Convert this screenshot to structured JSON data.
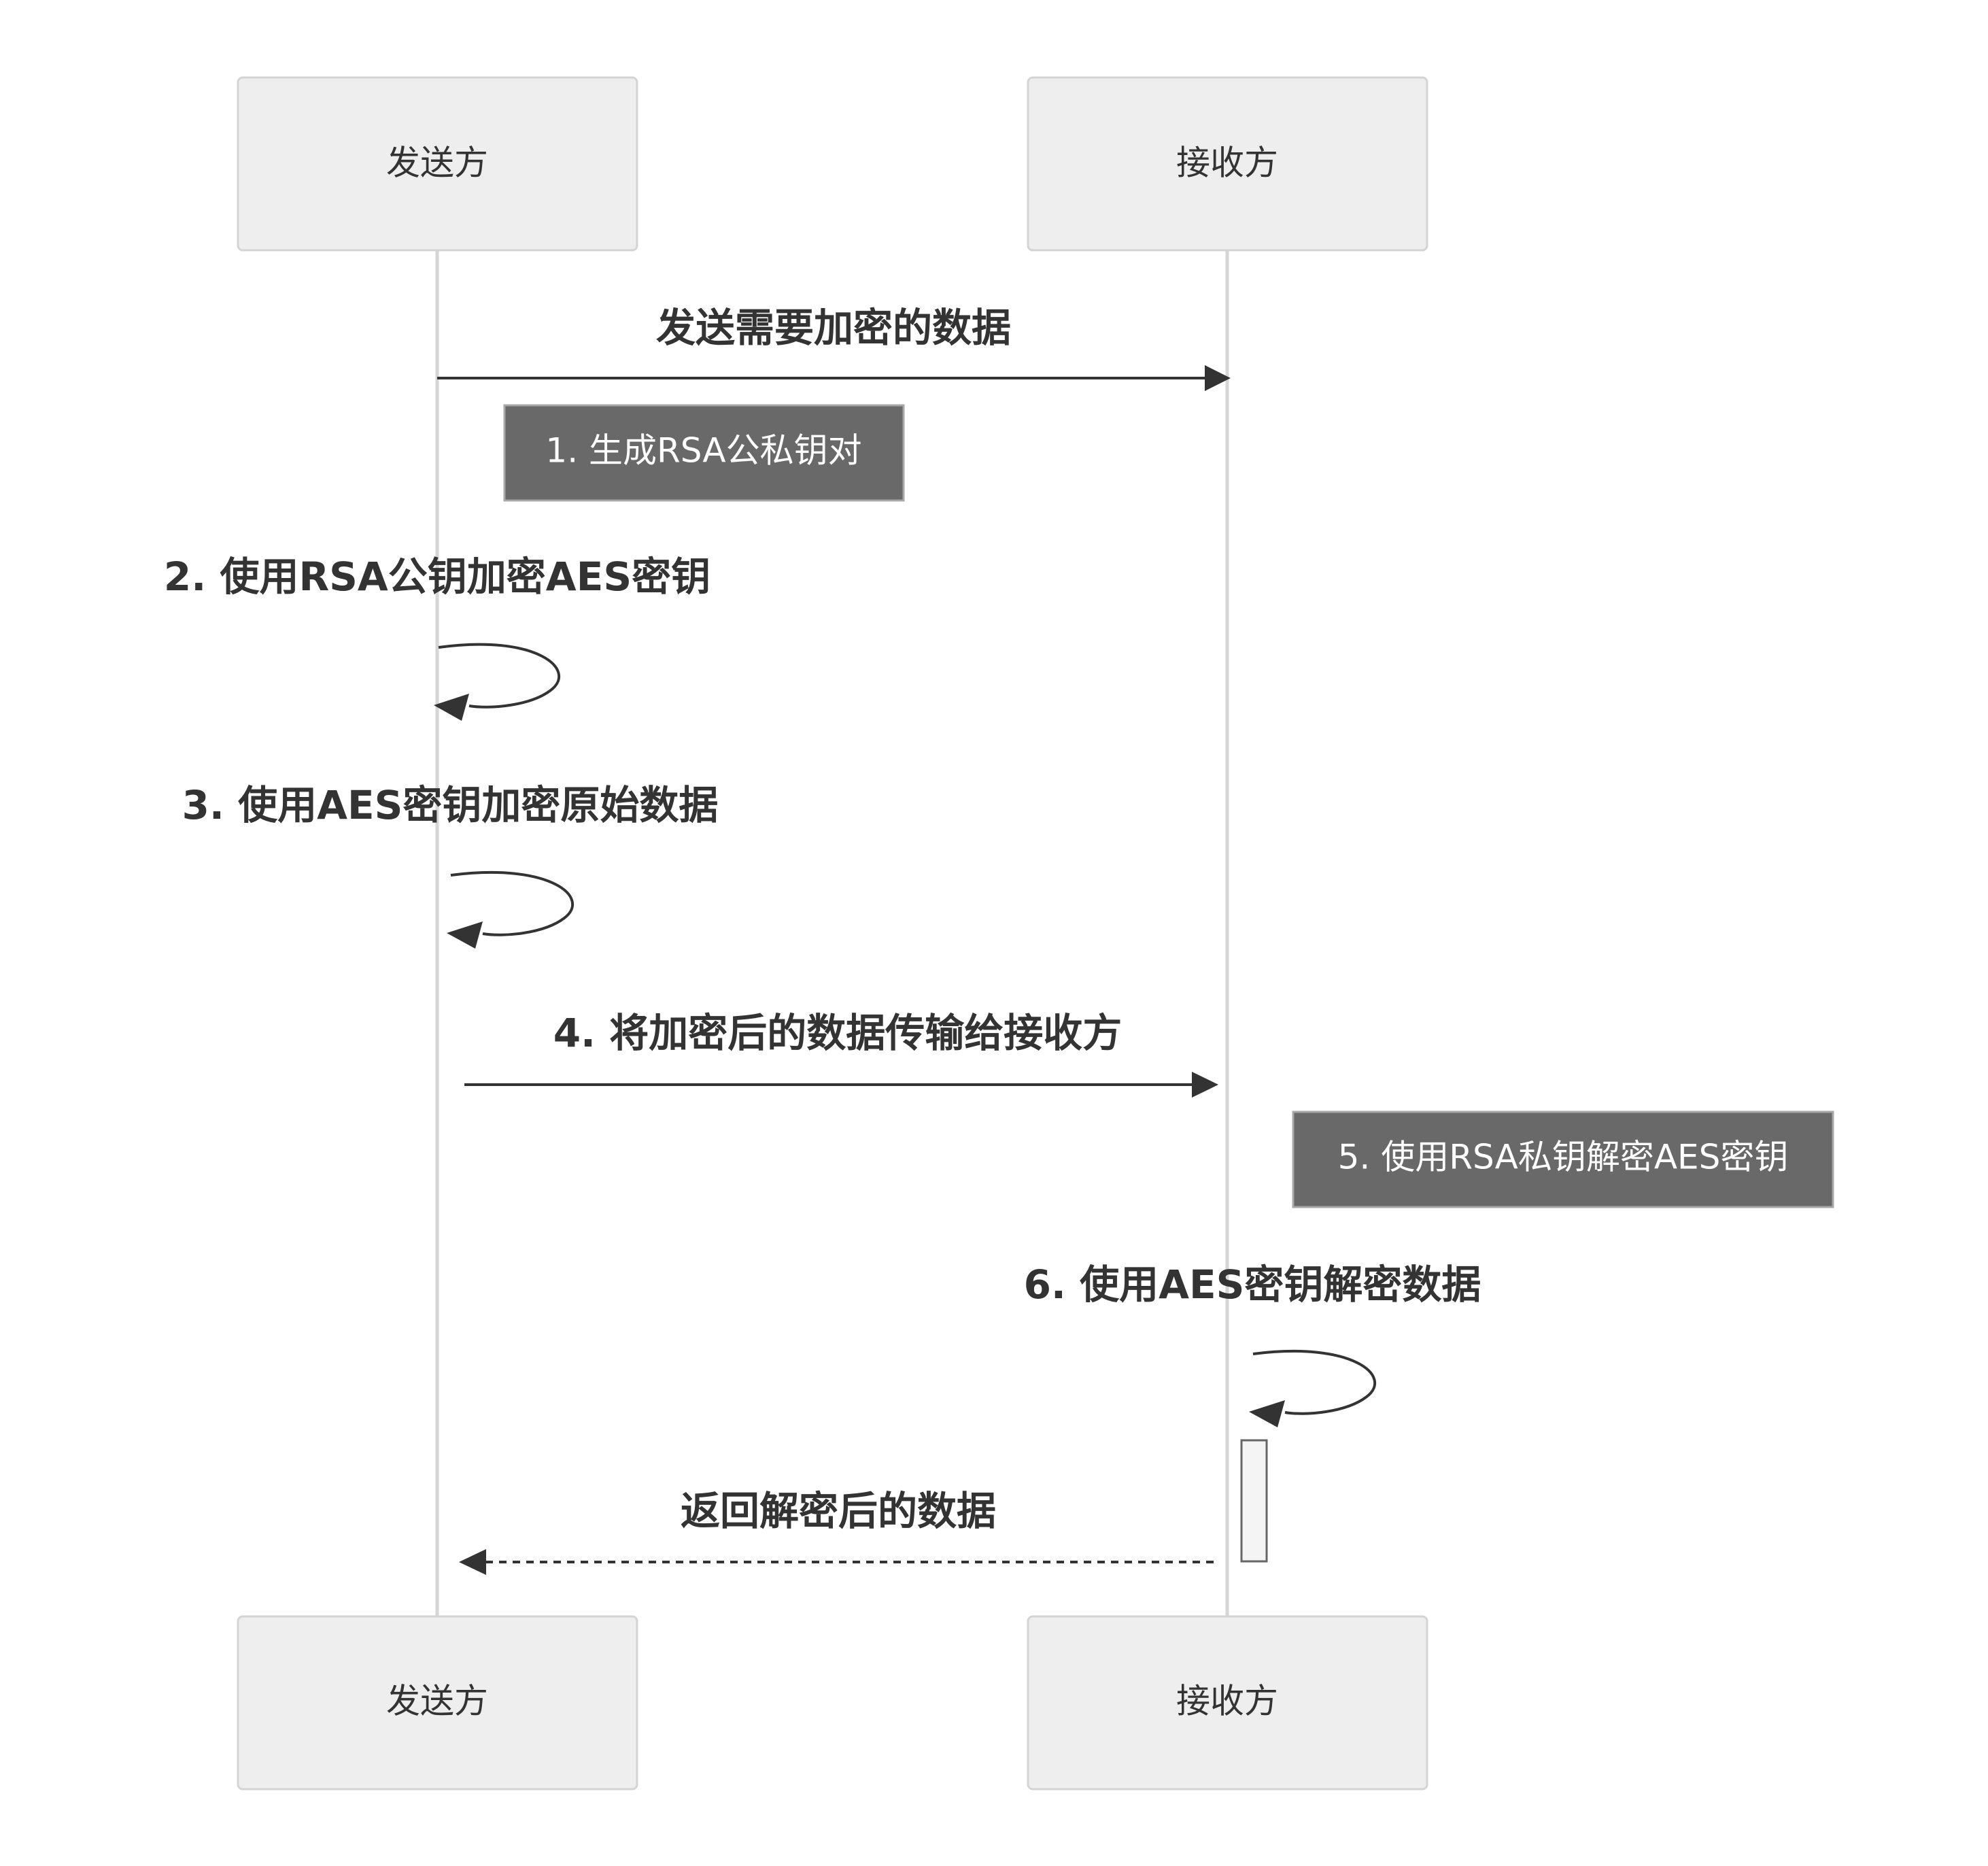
{
  "participants": {
    "sender": "发送方",
    "receiver": "接收方"
  },
  "messages": [
    "发送需要加密的数据",
    "2. 使用RSA公钥加密AES密钥",
    "3. 使用AES密钥加密原始数据",
    "4. 将加密后的数据传输给接收方",
    "6. 使用AES密钥解密数据",
    "返回解密后的数据"
  ],
  "notes": [
    "1. 生成RSA公私钥对",
    "5. 使用RSA私钥解密AES密钥"
  ],
  "colors": {
    "actor_fill": "#eeeeee",
    "note_fill": "#696969",
    "line": "#333333",
    "lifeline": "#d6d6d6"
  }
}
